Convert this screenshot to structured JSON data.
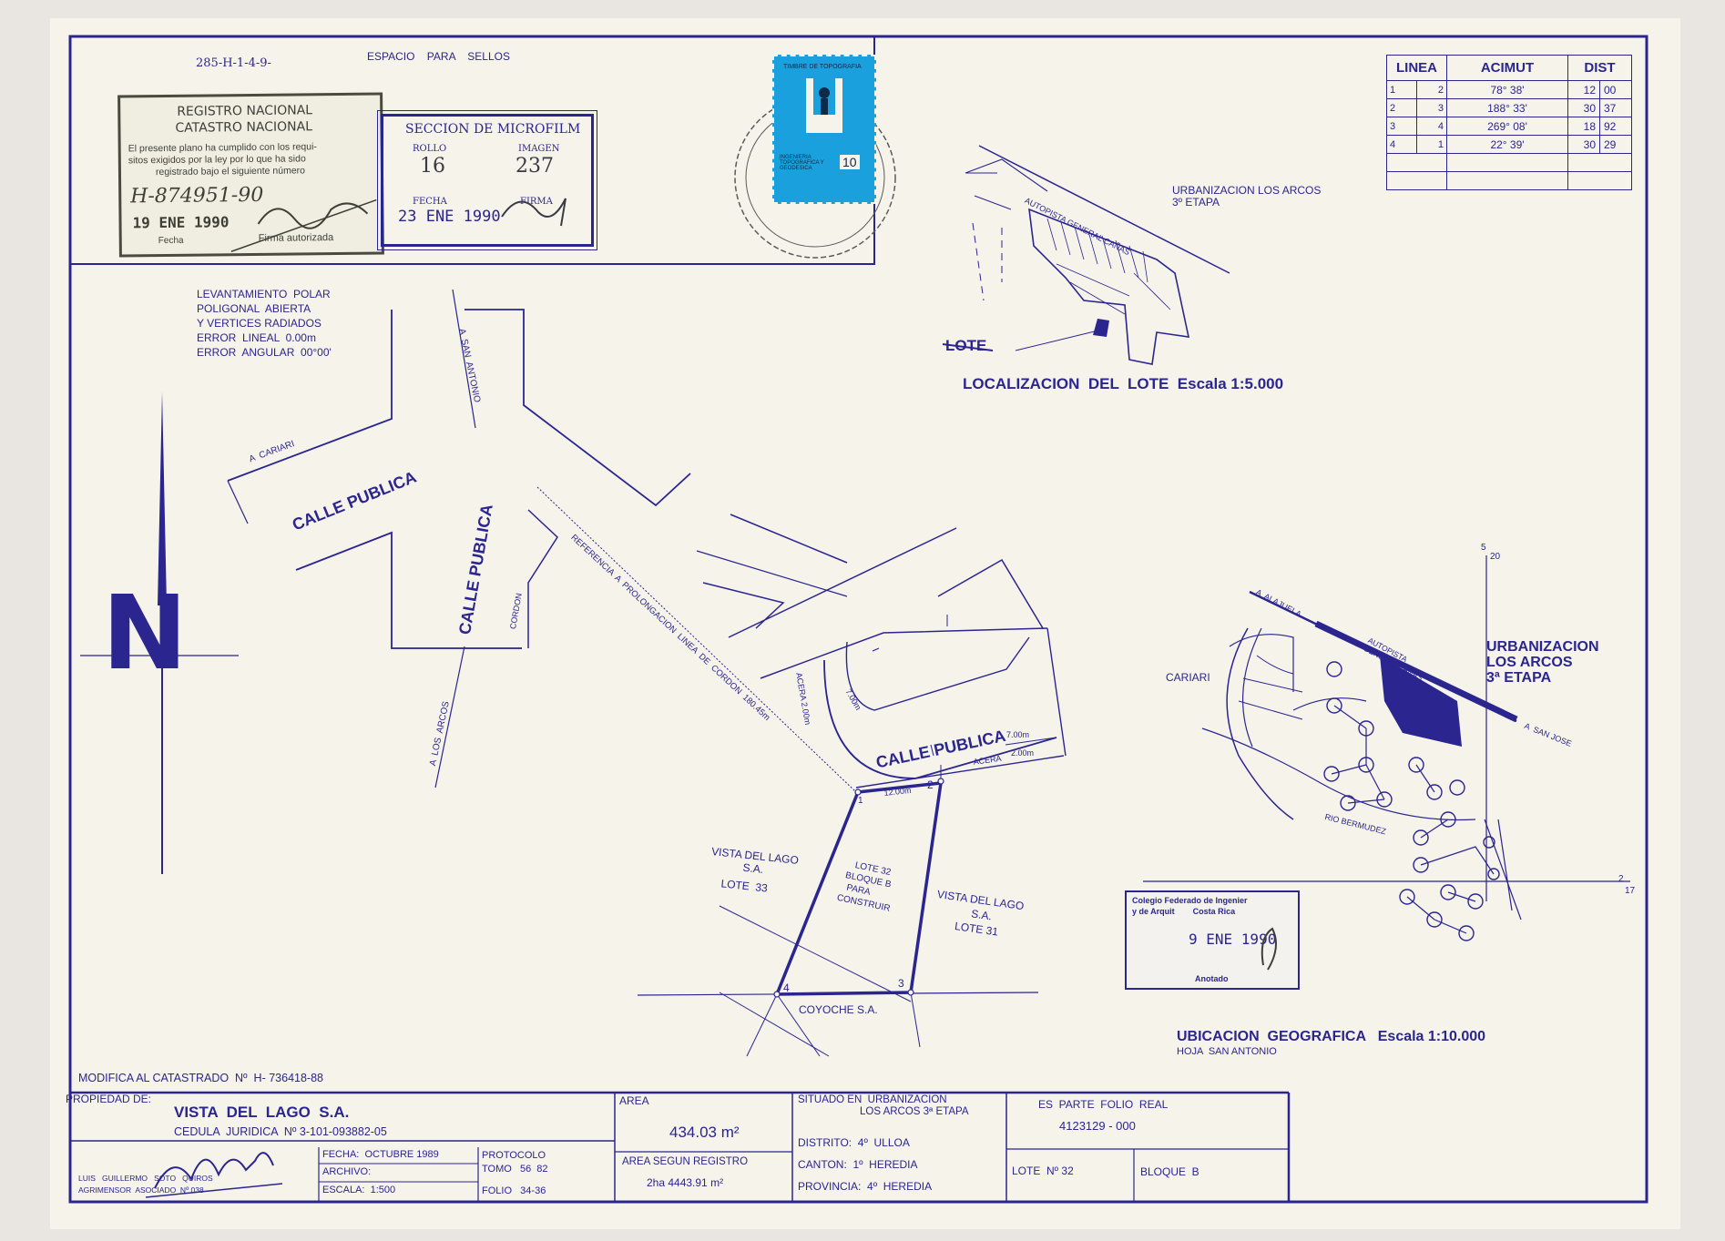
{
  "ref_code": "285-H-1-4-9-",
  "espacio_sellos": "ESPACIO    PARA    SELLOS",
  "stamp_registro": {
    "title1": "REGISTRO NACIONAL",
    "title2": "CATASTRO NACIONAL",
    "body1": "El presente plano ha cumplido con los requi-",
    "body2": "sitos exigidos por la ley por lo que ha sido",
    "body3": "registrado bajo el siguiente número",
    "number": "H-874951-90",
    "date": "19 ENE 1990",
    "fecha_label": "Fecha",
    "firma_label": "Firma autorizada"
  },
  "stamp_microfilm": {
    "title": "SECCION DE MICROFILM",
    "rollo_label": "ROLLO",
    "imagen_label": "IMAGEN",
    "rollo": "16",
    "imagen": "237",
    "fecha_label": "FECHA",
    "firma_label": "FIRMA",
    "date": "23 ENE 1990"
  },
  "timbre": {
    "top": "TIMBRE DE TOPOGRAFIA",
    "side": "INGENIERIA TOPOGRAFICA Y GEODESICA",
    "value": "10"
  },
  "azimuth_table": {
    "headers": [
      "LINEA",
      "ACIMUT",
      "DIST"
    ],
    "rows": [
      {
        "from": "1",
        "to": "2",
        "az": "78° 38'",
        "d1": "12",
        "d2": "00"
      },
      {
        "from": "2",
        "to": "3",
        "az": "188° 33'",
        "d1": "30",
        "d2": "37"
      },
      {
        "from": "3",
        "to": "4",
        "az": "269° 08'",
        "d1": "18",
        "d2": "92"
      },
      {
        "from": "4",
        "to": "1",
        "az": "22° 39'",
        "d1": "30",
        "d2": "29"
      }
    ]
  },
  "location_map": {
    "autopista": "AUTOPISTA GENERAL CAÑAS",
    "urbanizacion1": "URBANIZACION LOS ARCOS",
    "urbanizacion2": "3º ETAPA",
    "lote": "LOTE",
    "caption": "LOCALIZACION  DEL  LOTE  Escala 1:5.000"
  },
  "survey_notes": [
    "LEVANTAMIENTO  POLAR",
    "POLIGONAL  ABIERTA",
    "Y VERTICES RADIADOS",
    "ERROR  LINEAL  0.00m",
    "ERROR  ANGULAR  00°00'"
  ],
  "plan": {
    "a_cariari": "A  CARIARI",
    "a_san_antonio": "A  SAN  ANTONIO",
    "a_los_arcos": "A  LOS  ARCOS",
    "calle_publica_1": "CALLE PUBLICA",
    "calle_publica_2": "CALLE PUBLICA",
    "calle_publica_3": "CALLE PUBLICA",
    "cordon": "CORDON",
    "referencia": "REFERENCIA  A  PROLONGACION  LINEA  DE  CORDON  180.45m",
    "acera_2m": "ACERA 2.00m",
    "dim_7m_a": "7.00m",
    "dim_7m_b": "7.00m",
    "acera_b": "ACERA",
    "dim_2m": "2.00m",
    "dim_12m": "12.00m",
    "pt1": "1",
    "pt2": "2",
    "pt3": "3",
    "pt4": "4",
    "lote_32_1": "LOTE 32",
    "lote_32_2": "BLOQUE B",
    "lote_32_3": "PARA",
    "lote_32_4": "CONSTRUIR",
    "vl33_1": "VISTA DEL LAGO",
    "vl33_2": "S.A.",
    "vl33_3": "LOTE  33",
    "vl31_1": "VISTA DEL LAGO",
    "vl31_2": "S.A.",
    "vl31_3": "LOTE 31",
    "coyoche": "COYOCHE S.A."
  },
  "north_arrow": "N",
  "geo_map": {
    "a_alajuela": "A  ALAJUELA",
    "autopista": "AUTOPISTA GENERAL CAÑAS",
    "urb1": "URBANIZACION",
    "urb2": "LOS ARCOS",
    "urb3": "3ª ETAPA",
    "cariari": "CARIARI",
    "a_san_jose": "A  SAN JOSE",
    "rio": "RIO BERMUDEZ",
    "grid_5": "5",
    "grid_20": "20",
    "grid_2": "2",
    "grid_17": "17",
    "caption": "UBICACION  GEOGRAFICA   Escala 1:10.000",
    "hoja": "HOJA  SAN ANTONIO"
  },
  "stamp_colegio": {
    "line1": "Colegio Federado de Ingenier",
    "line2": "y de Arquit        Costa Rica",
    "date": "9 ENE 1990",
    "anotado": "Anotado"
  },
  "title_block": {
    "modifica": "MODIFICA AL CATASTRADO  Nº  H- 736418-88",
    "propiedad_label": "PROPIEDAD DE:",
    "propietario": "VISTA  DEL  LAGO  S.A.",
    "cedula": "CEDULA  JURIDICA  Nº 3-101-093882-05",
    "area_label": "AREA",
    "area": "434.03 m²",
    "area_registro_label": "AREA SEGUN REGISTRO",
    "area_registro": "2ha 4443.91 m²",
    "situado_label": "SITUADO EN  URBANIZACION",
    "situado_value": "LOS ARCOS 3ª ETAPA",
    "distrito": "DISTRITO:  4º  ULLOA",
    "canton": "CANTON:  1º  HEREDIA",
    "provincia": "PROVINCIA:  4º  HEREDIA",
    "folio_label": "ES  PARTE  FOLIO  REAL",
    "folio": "4123129 - 000",
    "lote": "LOTE  Nº 32",
    "bloque": "BLOQUE  B",
    "fecha": "FECHA:  OCTUBRE 1989",
    "archivo": "ARCHIVO:",
    "escala": "ESCALA:  1:500",
    "protocolo": "PROTOCOLO",
    "tomo": "TOMO   56  82",
    "folio_prot": "FOLIO   34-36",
    "agrimensor1": "LUIS   GUILLERMO   SOTO   QUIROS",
    "agrimensor2": "AGRIMENSOR  ASOCIADO  Nº 038"
  }
}
